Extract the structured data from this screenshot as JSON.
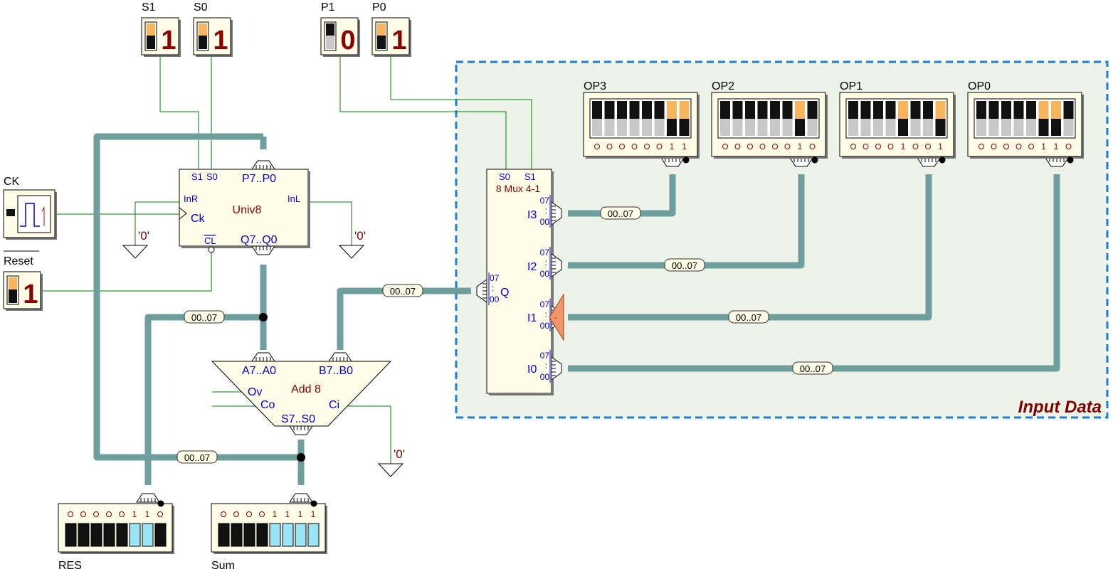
{
  "colors": {
    "bus": "#6f9f9d",
    "wire": "#008000",
    "block_fill": "#fffde8",
    "pin_label": "#0000cc",
    "block_label": "#800000",
    "region_fill": "#eef3ea",
    "region_border": "#1a7fd0",
    "led_off": "#111111",
    "led_on": "#9be4f5",
    "switch_on": "#f7b55e",
    "switch_off": "#c8c8c8",
    "mux_selected": "#f2956a"
  },
  "switches": [
    {
      "id": "S1",
      "label": "S1",
      "digit": "1"
    },
    {
      "id": "S0",
      "label": "S0",
      "digit": "1"
    },
    {
      "id": "P1",
      "label": "P1",
      "digit": "0"
    },
    {
      "id": "P0",
      "label": "P0",
      "digit": "1"
    },
    {
      "id": "Reset",
      "label": "Reset",
      "digit": "1"
    }
  ],
  "clock": {
    "label": "CK"
  },
  "grounds": [
    "'0'",
    "'0'",
    "'0'"
  ],
  "univ8": {
    "name": "Univ8",
    "pins": {
      "s1": "S1",
      "s0": "S0",
      "p": "P7..P0",
      "inr": "InR",
      "inl": "InL",
      "ck": "Ck",
      "cl": "CL",
      "q": "Q7..Q0"
    }
  },
  "adder": {
    "name": "Add 8",
    "pins": {
      "a": "A7..A0",
      "b": "B7..B0",
      "ov": "Ov",
      "co": "Co",
      "ci": "Ci",
      "s": "S7..S0"
    }
  },
  "mux": {
    "name": "8 Mux 4-1",
    "pins": {
      "s0": "S0",
      "s1": "S1",
      "i3": "I3",
      "i2": "I2",
      "i1": "I1",
      "i0": "I0",
      "q": "Q",
      "hi": "07",
      "lo": "00",
      "dots": ":"
    },
    "selected_input": "I1"
  },
  "bus_tags": [
    "00..07",
    "00..07",
    "00..07",
    "00..07",
    "00..07",
    "00..07",
    "00..07"
  ],
  "operands": [
    {
      "label": "OP3",
      "bits": "00000011"
    },
    {
      "label": "OP2",
      "bits": "00000010"
    },
    {
      "label": "OP1",
      "bits": "00001001"
    },
    {
      "label": "OP0",
      "bits": "00000110"
    }
  ],
  "displays": [
    {
      "label": "RES",
      "bits": "00000110"
    },
    {
      "label": "Sum",
      "bits": "00001111"
    }
  ],
  "region": {
    "label": "Input Data"
  }
}
